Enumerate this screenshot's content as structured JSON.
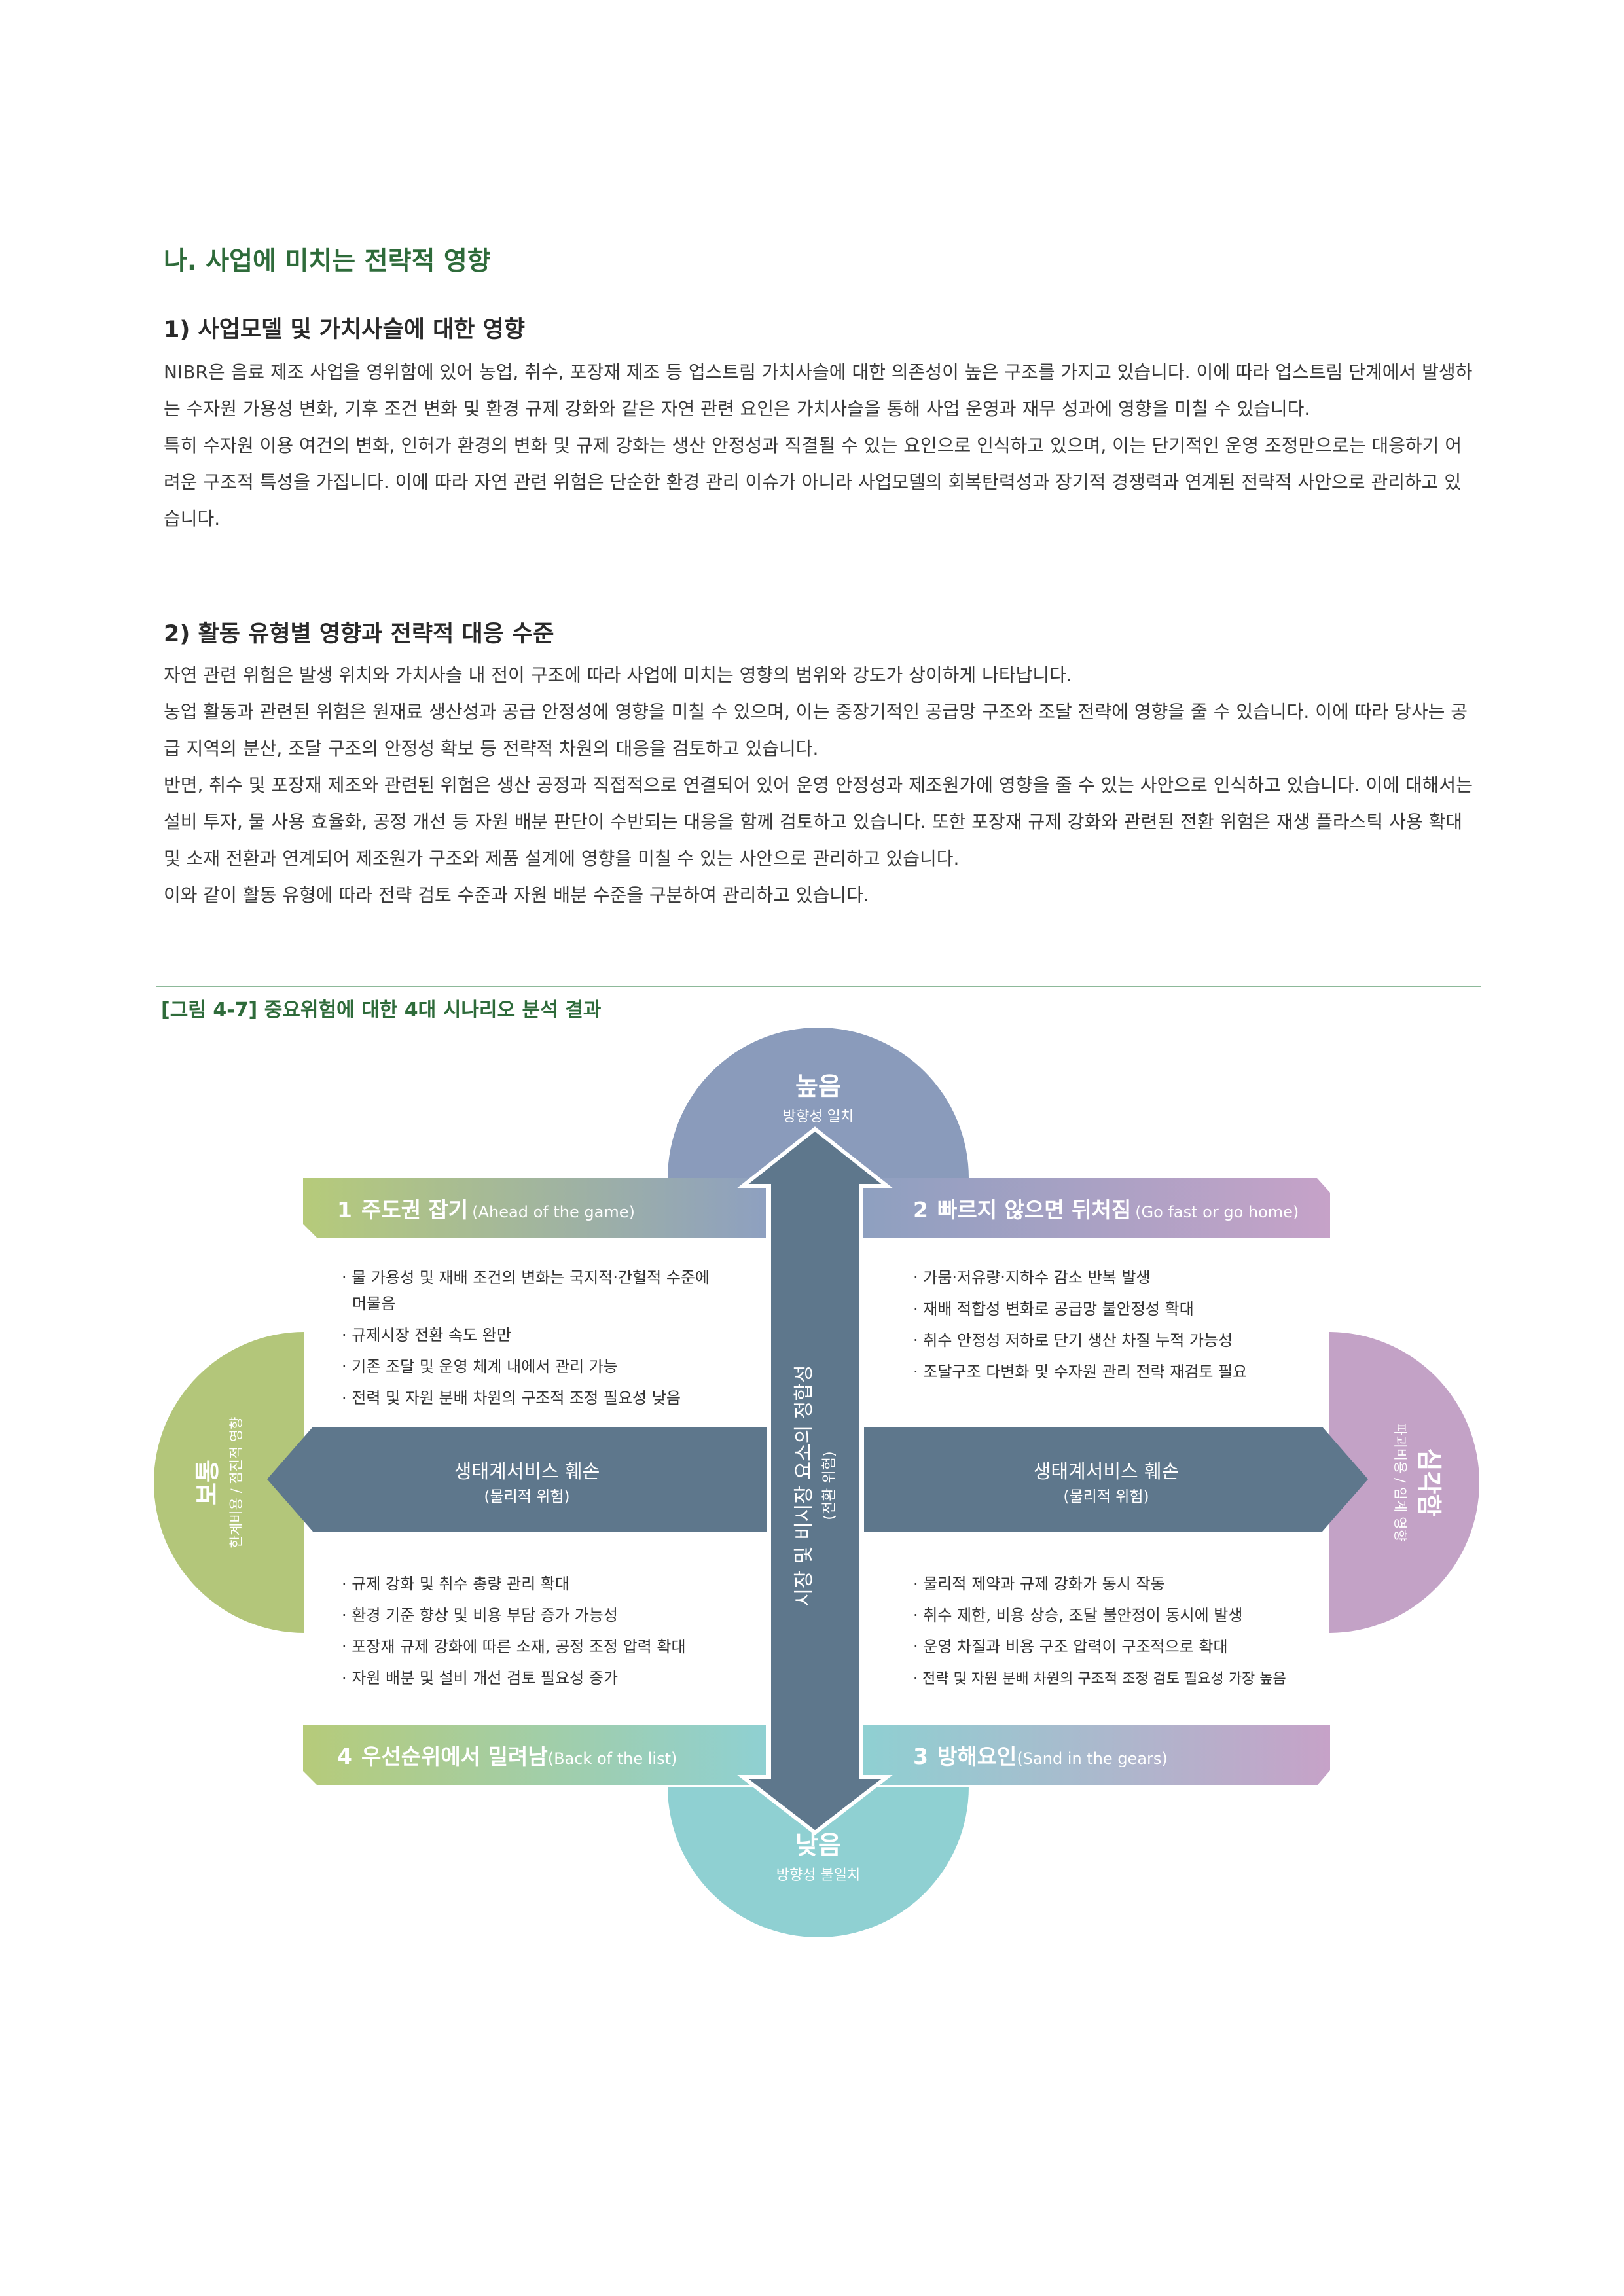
{
  "section_title": "나. 사업에 미치는 전략적 영향",
  "sub1": {
    "title": "1) 사업모델 및 가치사슬에 대한 영향",
    "paragraphs": [
      "NIBR은 음료 제조 사업을 영위함에 있어 농업, 취수, 포장재 제조 등 업스트림 가치사슬에 대한 의존성이 높은 구조를 가지고 있습니다. 이에 따라 업스트림 단계에서 발생하는 수자원 가용성 변화, 기후 조건 변화 및 환경 규제 강화와 같은 자연 관련 요인은 가치사슬을 통해 사업 운영과 재무 성과에 영향을 미칠 수 있습니다.",
      "특히 수자원 이용 여건의 변화, 인허가 환경의 변화 및 규제 강화는 생산 안정성과 직결될 수 있는 요인으로 인식하고 있으며, 이는 단기적인 운영 조정만으로는 대응하기 어려운 구조적 특성을 가집니다. 이에 따라 자연 관련 위험은 단순한 환경 관리 이슈가 아니라 사업모델의 회복탄력성과 장기적 경쟁력과 연계된 전략적 사안으로 관리하고 있습니다."
    ]
  },
  "sub2": {
    "title": "2) 활동 유형별 영향과 전략적 대응 수준",
    "paragraphs": [
      "자연 관련 위험은 발생 위치와 가치사슬 내 전이 구조에 따라 사업에 미치는 영향의 범위와 강도가 상이하게 나타납니다.",
      "농업 활동과 관련된 위험은 원재료 생산성과 공급 안정성에 영향을 미칠 수 있으며, 이는 중장기적인 공급망 구조와 조달 전략에 영향을 줄 수 있습니다. 이에 따라 당사는 공급 지역의 분산, 조달 구조의 안정성 확보 등 전략적 차원의 대응을 검토하고 있습니다.",
      "반면, 취수 및 포장재 제조와 관련된 위험은 생산 공정과 직접적으로 연결되어 있어 운영 안정성과 제조원가에 영향을 줄 수 있는 사안으로 인식하고 있습니다. 이에 대해서는 설비 투자, 물 사용 효율화, 공정 개선 등 자원 배분 판단이 수반되는 대응을 함께 검토하고 있습니다. 또한 포장재 규제 강화와 관련된 전환 위험은 재생 플라스틱 사용 확대 및 소재 전환과 연계되어 제조원가 구조와 제품 설계에 영향을 미칠 수 있는 사안으로 관리하고 있습니다.",
      "이와 같이 활동 유형에 따라 전략 검토 수준과 자원 배분 수준을 구분하여 관리하고 있습니다."
    ]
  },
  "figure": {
    "caption": "[그림 4-7] 중요위험에 대한 4대 시나리오 분석 결과",
    "top": {
      "label": "높음",
      "sub": "방향성 일치"
    },
    "bottom": {
      "label": "낮음",
      "sub": "방향성 불일치"
    },
    "left": {
      "label": "보통",
      "sub": "한계비용 / 점진적 영향"
    },
    "right": {
      "label": "심각함",
      "sub": "파괴비용 / 임계 영향"
    },
    "vertical_axis": {
      "label": "시장 및 비시장 요소의 정합성",
      "sub": "(전환 위험)"
    },
    "left_arrow": {
      "label": "생태계서비스 훼손",
      "sub": "(물리적 위험)"
    },
    "right_arrow": {
      "label": "생태계서비스 훼손",
      "sub": "(물리적 위험)"
    },
    "quadrants": [
      {
        "num": "1",
        "title": "주도권 잡기",
        "en": "(Ahead of the game)",
        "bullets": [
          "물 가용성 및 재배 조건의 변화는 국지적·간헐적 수준에",
          "머물음",
          "규제시장 전환 속도 완만",
          "기존 조달 및 운영 체계 내에서 관리 가능",
          "전력 및 자원 분배 차원의 구조적 조정 필요성 낮음"
        ]
      },
      {
        "num": "2",
        "title": "빠르지 않으면 뒤처짐",
        "en": "(Go fast or go home)",
        "bullets": [
          "가뭄·저유량·지하수 감소 반복 발생",
          "재배 적합성 변화로 공급망 불안정성 확대",
          "취수 안정성 저하로 단기 생산 차질 누적 가능성",
          "조달구조 다변화 및 수자원 관리 전략 재검토 필요"
        ]
      },
      {
        "num": "3",
        "title": "방해요인",
        "en": "(Sand in the gears)",
        "bullets": [
          "물리적 제약과 규제 강화가 동시 작동",
          "취수 제한, 비용 상승, 조달 불안정이 동시에 발생",
          "운영 차질과 비용 구조 압력이 구조적으로 확대",
          "전략 및 자원 분배 차원의 구조적 조정 검토 필요성 가장 높음"
        ]
      },
      {
        "num": "4",
        "title": "우선순위에서 밀려남",
        "en": "(Back of the list)",
        "bullets": [
          "규제 강화 및 취수 총량 관리 확대",
          "환경 기준 향상 및 비용 부담 증가 가능성",
          "포장재 규제 강화에 따른 소재, 공정 조정 압력 확대",
          "자원 배분 및 설비 개선 검토 필요성 증가"
        ]
      }
    ]
  }
}
